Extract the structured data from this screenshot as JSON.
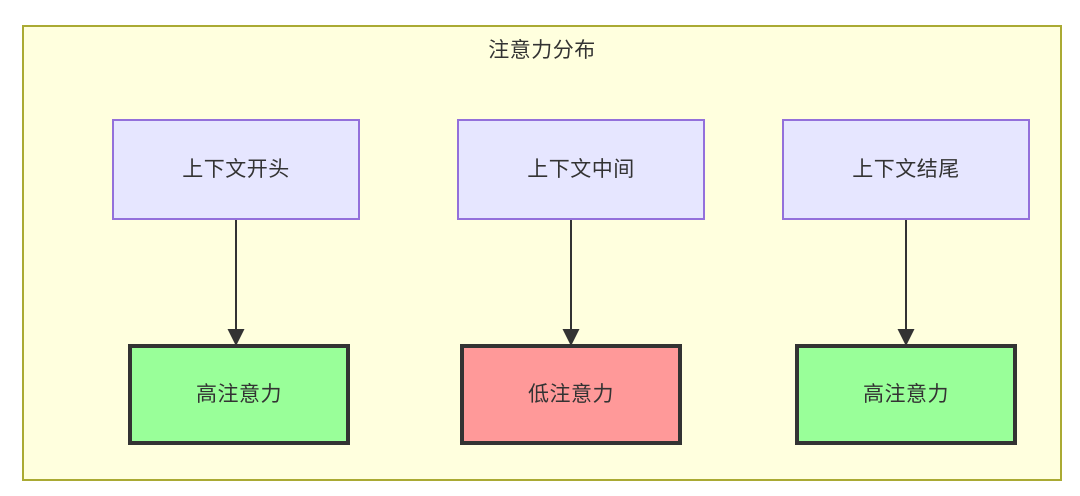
{
  "diagram": {
    "title": "注意力分布",
    "type": "flowchart",
    "colors": {
      "container_fill": "#ffffde",
      "container_border": "#aaaa33",
      "context_fill": "#e6e6ff",
      "context_border": "#9370db",
      "high_attention_fill": "#99ff99",
      "low_attention_fill": "#ff9999",
      "node_border": "#333333",
      "edge": "#333333",
      "text": "#333333"
    },
    "columns": [
      {
        "source": "上下文开头",
        "target": "高注意力",
        "level": "high"
      },
      {
        "source": "上下文中间",
        "target": "低注意力",
        "level": "low"
      },
      {
        "source": "上下文结尾",
        "target": "高注意力",
        "level": "high"
      }
    ]
  }
}
